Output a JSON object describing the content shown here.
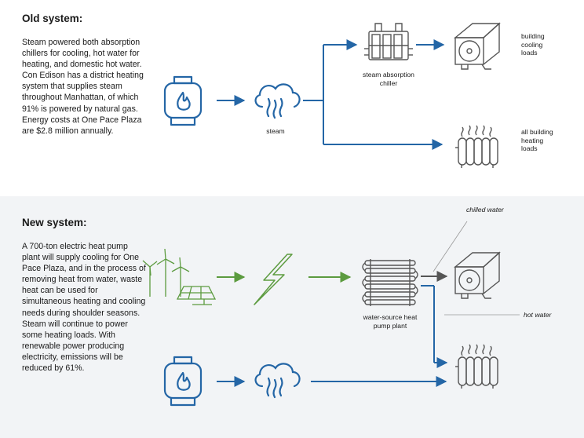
{
  "old_system": {
    "title": "Old system:",
    "body": "Steam powered both absorption chillers for cooling, hot water for heating, and domestic hot water. Con Edison has a district heating system that supplies steam throughout Manhattan, of which 91% is powered by natural gas. Energy costs at One Pace Plaza are $2.8 million annually.",
    "labels": {
      "steam": "steam",
      "chiller": "steam absorption chiller",
      "cooling": "building cooling loads",
      "heating": "all building heating loads"
    }
  },
  "new_system": {
    "title": "New system:",
    "body": "A 700-ton electric heat pump plant will supply cooling for One Pace Plaza, and in the process of removing heat from water, waste heat can be used for simultaneous heating and cooling needs during shoulder seasons. Steam will continue to power some heating loads. With renewable power producing electricity, emissions will be reduced by 61%.",
    "labels": {
      "chilled_water": "chilled water",
      "hot_water": "hot water",
      "heat_pump": "water-source heat pump plant"
    }
  },
  "colors": {
    "blue": "#2466a6",
    "green": "#5c9b3f",
    "gray": "#555555",
    "icon_gray": "#6b6b6b",
    "panel_bg": "#f2f4f6"
  },
  "icons": [
    "gas-tank-icon",
    "steam-cloud-icon",
    "absorption-chiller-icon",
    "ac-unit-icon",
    "radiator-icon",
    "wind-turbines-icon",
    "solar-panel-icon",
    "lightning-bolt-icon",
    "heat-exchanger-icon"
  ]
}
